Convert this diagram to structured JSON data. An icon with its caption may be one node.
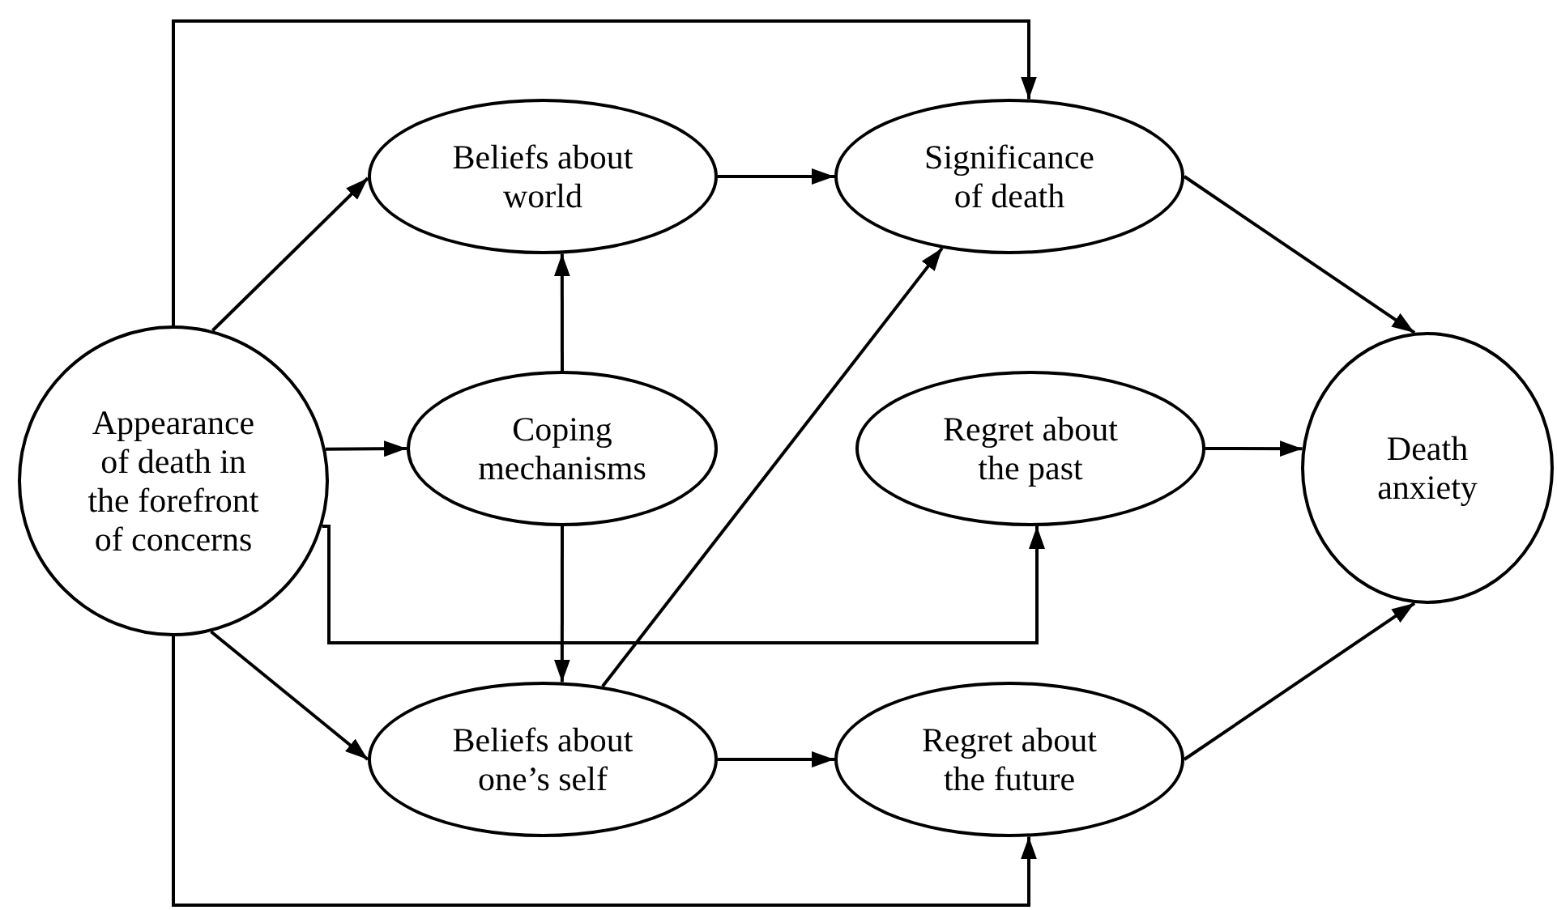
{
  "diagram": {
    "nodes": [
      {
        "text": [
          "Appearance of death in the forefront of concerns"
        ]
      },
      {
        "text": [
          "Beliefs about world"
        ]
      },
      {
        "text": [
          "Coping mechanisms"
        ]
      },
      {
        "text": [
          "Beliefs about one’s self"
        ]
      },
      {
        "text": [
          "Significance of death"
        ]
      },
      {
        "text": [
          "Regret about the past"
        ]
      },
      {
        "text": [
          "Regret about the future"
        ]
      },
      {
        "text": [
          "Death anxiety"
        ]
      }
    ],
    "edges": [
      {
        "from": 0,
        "to": 1,
        "arrow": "to"
      },
      {
        "from": 0,
        "to": 2,
        "arrow": "to"
      },
      {
        "from": 0,
        "to": 3,
        "arrow": "to"
      },
      {
        "from": 0,
        "to": 4,
        "arrow": "to"
      },
      {
        "from": 0,
        "to": 5,
        "arrow": "to"
      },
      {
        "from": 0,
        "to": 6,
        "arrow": "to"
      },
      {
        "from": 2,
        "to": 1,
        "arrow": "to"
      },
      {
        "from": 2,
        "to": 3,
        "arrow": "to"
      },
      {
        "from": 1,
        "to": 4,
        "arrow": "to"
      },
      {
        "from": 3,
        "to": 4,
        "arrow": "to"
      },
      {
        "from": 3,
        "to": 6,
        "arrow": "to"
      },
      {
        "from": 4,
        "to": 7,
        "arrow": "to"
      },
      {
        "from": 5,
        "to": 7,
        "arrow": "to"
      },
      {
        "from": 6,
        "to": 7,
        "arrow": "to"
      }
    ]
  }
}
